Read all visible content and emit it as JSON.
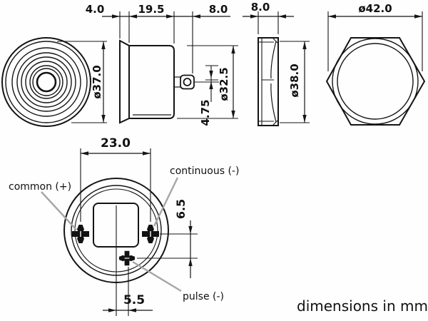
{
  "drawing": {
    "note": "dimensions in mm",
    "dimensions": {
      "flange_thickness": "4.0",
      "body_length": "19.5",
      "terminal_length": "8.0",
      "nut_thickness": "8.0",
      "nut_outer_diameter": "ø42.0",
      "flange_diameter": "ø37.0",
      "body_diameter": "ø32.5",
      "terminal_offset": "4.75",
      "nut_thread_diameter": "ø38.0",
      "pin_spacing": "23.0",
      "pulse_pin_vertical_offset": "6.5",
      "pulse_pin_horizontal_offset": "5.5"
    },
    "pin_labels": {
      "common": "common (+)",
      "continuous": "continuous (-)",
      "pulse": "pulse (-)"
    }
  }
}
